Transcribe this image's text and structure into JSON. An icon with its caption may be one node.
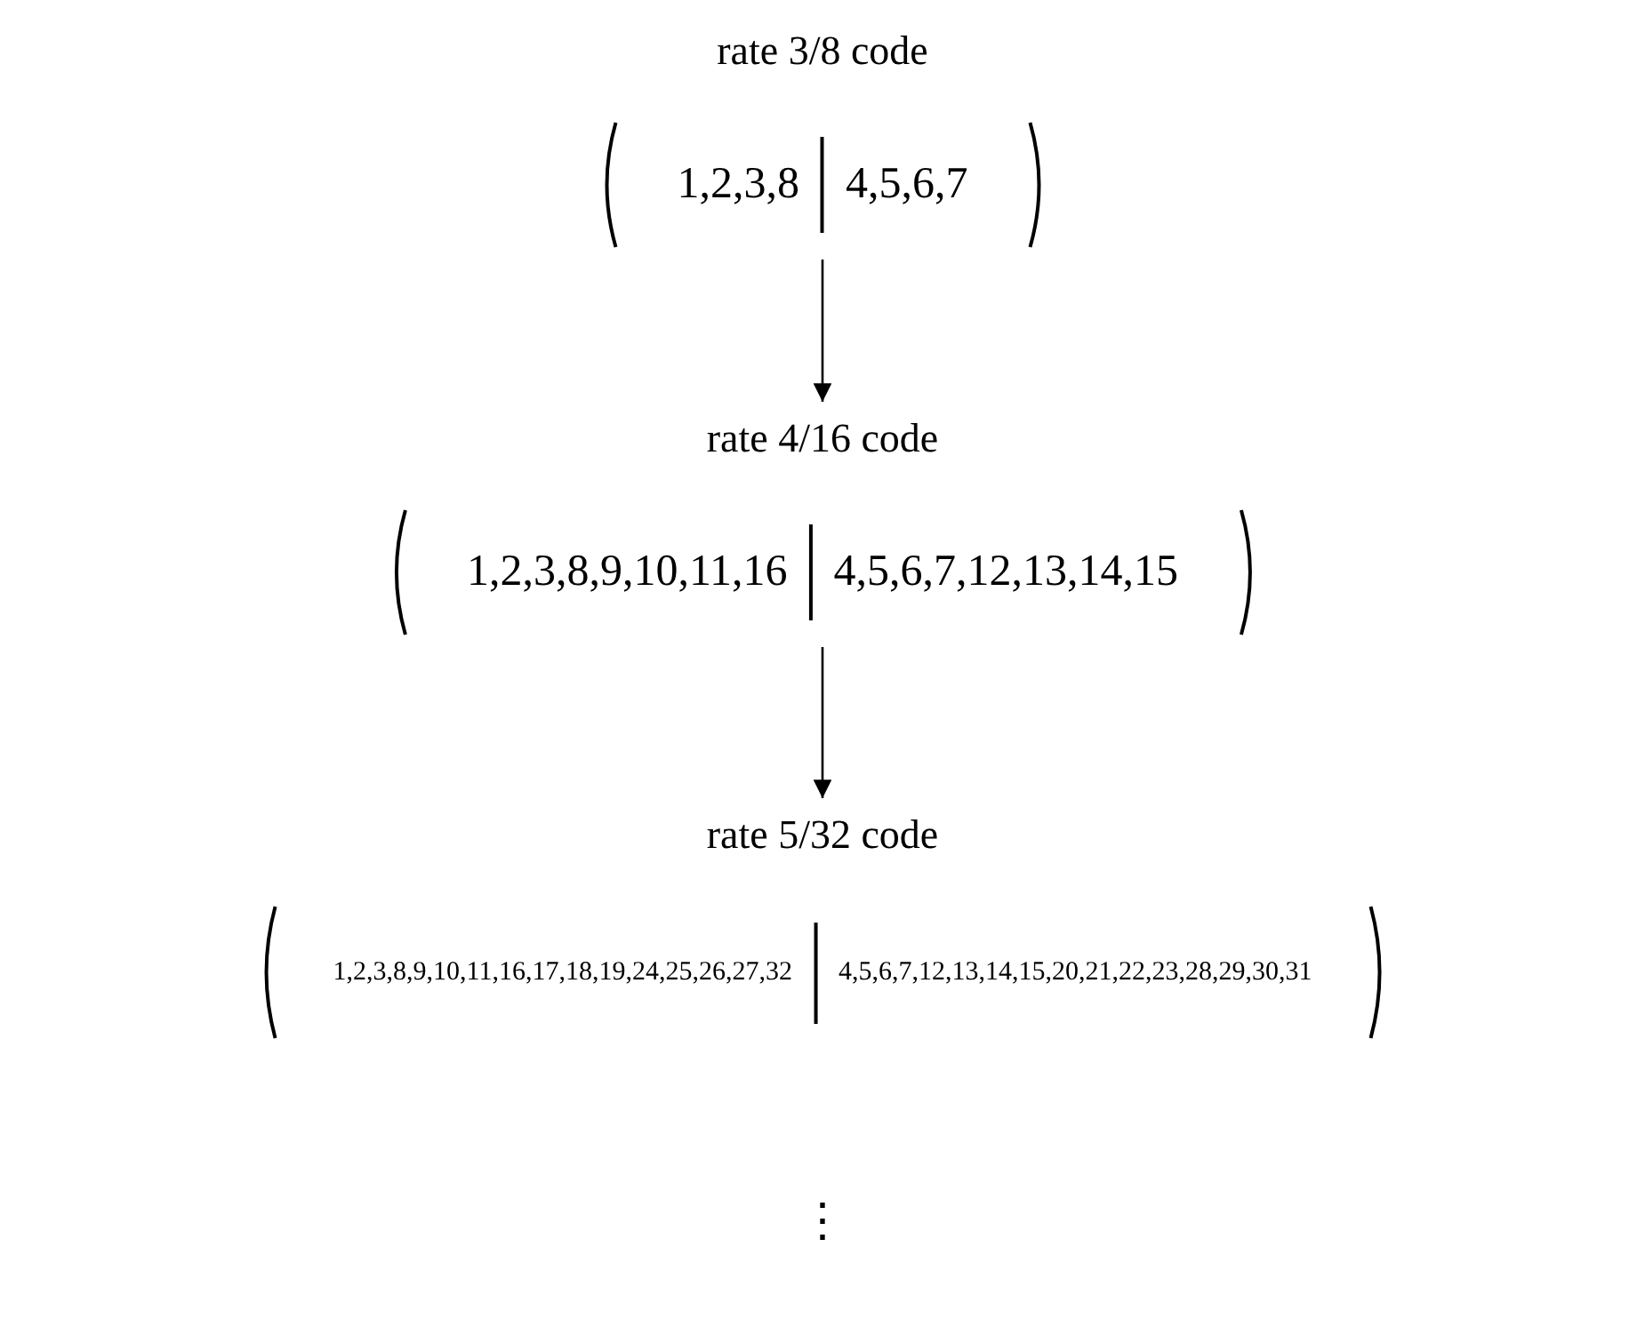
{
  "diagram": {
    "nodes": [
      {
        "text": [
          "rate 3/8 code",
          "1,2,3,8",
          "4,5,6,7"
        ]
      },
      {
        "text": [
          "rate 4/16 code",
          "1,2,3,8,9,10,11,16",
          "4,5,6,7,12,13,14,15"
        ]
      },
      {
        "text": [
          "rate 5/32 code",
          "1,2,3,8,9,10,11,16,17,18,19,24,25,26,27,32",
          "4,5,6,7,12,13,14,15,20,21,22,23,28,29,30,31"
        ]
      }
    ],
    "edges": [
      {
        "from": 0,
        "to": 1,
        "arrow": "to"
      },
      {
        "from": 1,
        "to": 2,
        "arrow": "to"
      }
    ],
    "labels": [
      "⋮"
    ]
  }
}
